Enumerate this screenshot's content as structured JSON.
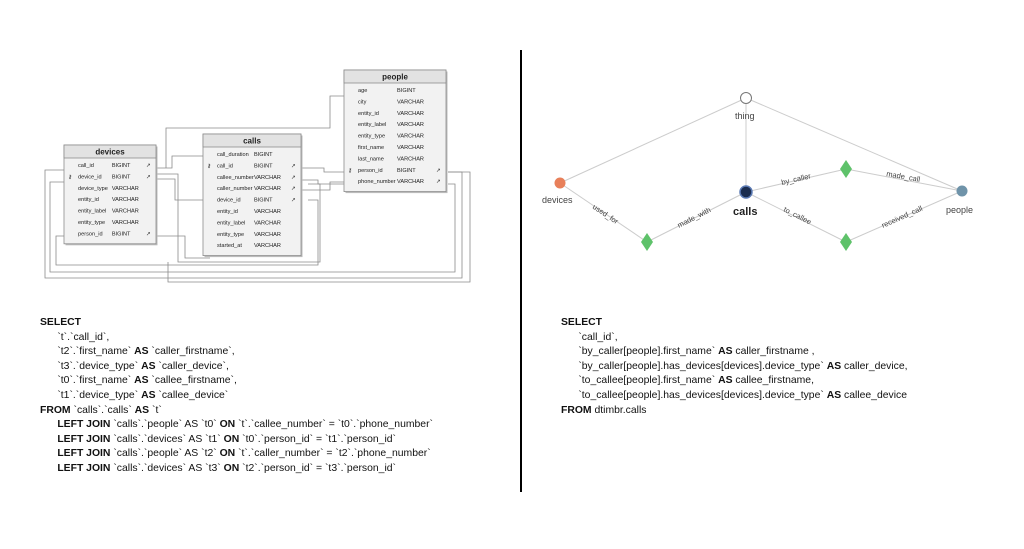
{
  "er": {
    "tables": [
      {
        "name": "devices",
        "columns": [
          {
            "name": "call_id",
            "type": "BIGINT",
            "key": false,
            "link": true
          },
          {
            "name": "device_id",
            "type": "BIGINT",
            "key": true,
            "link": true
          },
          {
            "name": "device_type",
            "type": "VARCHAR",
            "key": false,
            "link": false
          },
          {
            "name": "entity_id",
            "type": "VARCHAR",
            "key": false,
            "link": false
          },
          {
            "name": "entity_label",
            "type": "VARCHAR",
            "key": false,
            "link": false
          },
          {
            "name": "entity_type",
            "type": "VARCHAR",
            "key": false,
            "link": false
          },
          {
            "name": "person_id",
            "type": "BIGINT",
            "key": false,
            "link": true
          }
        ]
      },
      {
        "name": "calls",
        "columns": [
          {
            "name": "call_duration",
            "type": "BIGINT",
            "key": false,
            "link": false
          },
          {
            "name": "call_id",
            "type": "BIGINT",
            "key": true,
            "link": true
          },
          {
            "name": "callee_number",
            "type": "VARCHAR",
            "key": false,
            "link": true
          },
          {
            "name": "caller_number",
            "type": "VARCHAR",
            "key": false,
            "link": true
          },
          {
            "name": "device_id",
            "type": "BIGINT",
            "key": false,
            "link": true
          },
          {
            "name": "entity_id",
            "type": "VARCHAR",
            "key": false,
            "link": false
          },
          {
            "name": "entity_label",
            "type": "VARCHAR",
            "key": false,
            "link": false
          },
          {
            "name": "entity_type",
            "type": "VARCHAR",
            "key": false,
            "link": false
          },
          {
            "name": "started_at",
            "type": "VARCHAR",
            "key": false,
            "link": false
          }
        ]
      },
      {
        "name": "people",
        "columns": [
          {
            "name": "age",
            "type": "BIGINT",
            "key": false,
            "link": false
          },
          {
            "name": "city",
            "type": "VARCHAR",
            "key": false,
            "link": false
          },
          {
            "name": "entity_id",
            "type": "VARCHAR",
            "key": false,
            "link": false
          },
          {
            "name": "entity_label",
            "type": "VARCHAR",
            "key": false,
            "link": false
          },
          {
            "name": "entity_type",
            "type": "VARCHAR",
            "key": false,
            "link": false
          },
          {
            "name": "first_name",
            "type": "VARCHAR",
            "key": false,
            "link": false
          },
          {
            "name": "last_name",
            "type": "VARCHAR",
            "key": false,
            "link": false
          },
          {
            "name": "person_id",
            "type": "BIGINT",
            "key": true,
            "link": true
          },
          {
            "name": "phone_number",
            "type": "VARCHAR",
            "key": false,
            "link": true
          }
        ]
      }
    ]
  },
  "graph": {
    "nodes": {
      "thing": "thing",
      "devices": "devices",
      "calls": "calls",
      "people": "people"
    },
    "edges": {
      "used_for": "used_for",
      "made_with": "made_with",
      "by_caller": "by_caller",
      "made_call": "made_call",
      "to_callee": "to_callee",
      "received_call": "received_call"
    },
    "colors": {
      "devices": "#e8805a",
      "calls": "#1b2d4f",
      "people": "#6f93a9",
      "relation": "#5ec26a",
      "edge": "#cccccc"
    }
  },
  "sql_left": [
    [
      {
        "t": "SELECT",
        "b": true
      }
    ],
    [
      {
        "t": "      `t`.`call_id`,",
        "b": false
      }
    ],
    [
      {
        "t": "      `t2`.`first_name` ",
        "b": false
      },
      {
        "t": "AS",
        "b": true
      },
      {
        "t": " `caller_firstname`,",
        "b": false
      }
    ],
    [
      {
        "t": "      `t3`.`device_type` ",
        "b": false
      },
      {
        "t": "AS",
        "b": true
      },
      {
        "t": " `caller_device`,",
        "b": false
      }
    ],
    [
      {
        "t": "      `t0`.`first_name` ",
        "b": false
      },
      {
        "t": "AS",
        "b": true
      },
      {
        "t": " `callee_firstname`,",
        "b": false
      }
    ],
    [
      {
        "t": "      `t1`.`device_type` ",
        "b": false
      },
      {
        "t": "AS",
        "b": true
      },
      {
        "t": " `callee_device`",
        "b": false
      }
    ],
    [
      {
        "t": "FROM",
        "b": true
      },
      {
        "t": " `calls`.`calls` ",
        "b": false
      },
      {
        "t": "AS",
        "b": true
      },
      {
        "t": " `t`",
        "b": false
      }
    ],
    [
      {
        "t": "      ",
        "b": false
      },
      {
        "t": "LEFT JOIN",
        "b": true
      },
      {
        "t": " `calls`.`people` AS `t0` ",
        "b": false
      },
      {
        "t": "ON",
        "b": true
      },
      {
        "t": " `t`.`callee_number` = `t0`.`phone_number`",
        "b": false
      }
    ],
    [
      {
        "t": "      ",
        "b": false
      },
      {
        "t": "LEFT JOIN",
        "b": true
      },
      {
        "t": " `calls`.`devices` AS `t1` ",
        "b": false
      },
      {
        "t": "ON",
        "b": true
      },
      {
        "t": " `t0`.`person_id` = `t1`.`person_id`",
        "b": false
      }
    ],
    [
      {
        "t": "      ",
        "b": false
      },
      {
        "t": "LEFT JOIN",
        "b": true
      },
      {
        "t": " `calls`.`people` AS `t2` ",
        "b": false
      },
      {
        "t": "ON",
        "b": true
      },
      {
        "t": " `t`.`caller_number` = `t2`.`phone_number`",
        "b": false
      }
    ],
    [
      {
        "t": "      ",
        "b": false
      },
      {
        "t": "LEFT JOIN",
        "b": true
      },
      {
        "t": " `calls`.`devices` AS `t3` ",
        "b": false
      },
      {
        "t": "ON",
        "b": true
      },
      {
        "t": " `t2`.`person_id` = `t3`.`person_id`",
        "b": false
      }
    ]
  ],
  "sql_right": [
    [
      {
        "t": "SELECT",
        "b": true
      }
    ],
    [
      {
        "t": "      `call_id`,",
        "b": false
      }
    ],
    [
      {
        "t": "      `by_caller[people].first_name` ",
        "b": false
      },
      {
        "t": "AS",
        "b": true
      },
      {
        "t": " caller_firstname ,",
        "b": false
      }
    ],
    [
      {
        "t": "      `by_caller[people].has_devices[devices].device_type` ",
        "b": false
      },
      {
        "t": "AS",
        "b": true
      },
      {
        "t": " caller_device,",
        "b": false
      }
    ],
    [
      {
        "t": "      `to_callee[people].first_name` ",
        "b": false
      },
      {
        "t": "AS",
        "b": true
      },
      {
        "t": " callee_firstname,",
        "b": false
      }
    ],
    [
      {
        "t": "      `to_callee[people].has_devices[devices].device_type` ",
        "b": false
      },
      {
        "t": "AS",
        "b": true
      },
      {
        "t": " callee_device",
        "b": false
      }
    ],
    [
      {
        "t": "FROM",
        "b": true
      },
      {
        "t": " dtimbr.calls",
        "b": false
      }
    ]
  ]
}
